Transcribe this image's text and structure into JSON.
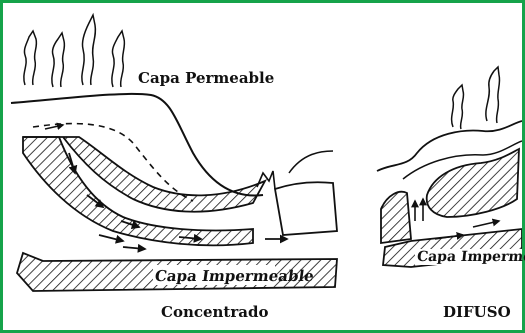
{
  "labels": {
    "capa_permeable": "Capa Permeable",
    "capa_impermeable_left": "Capa Impermeable",
    "capa_impermeable_right": "Capa Impermeable",
    "concentrado": "Concentrado",
    "difuso": "DIFUSO"
  },
  "colors": {
    "frame_border": "#16a34a",
    "ink": "#111111"
  }
}
